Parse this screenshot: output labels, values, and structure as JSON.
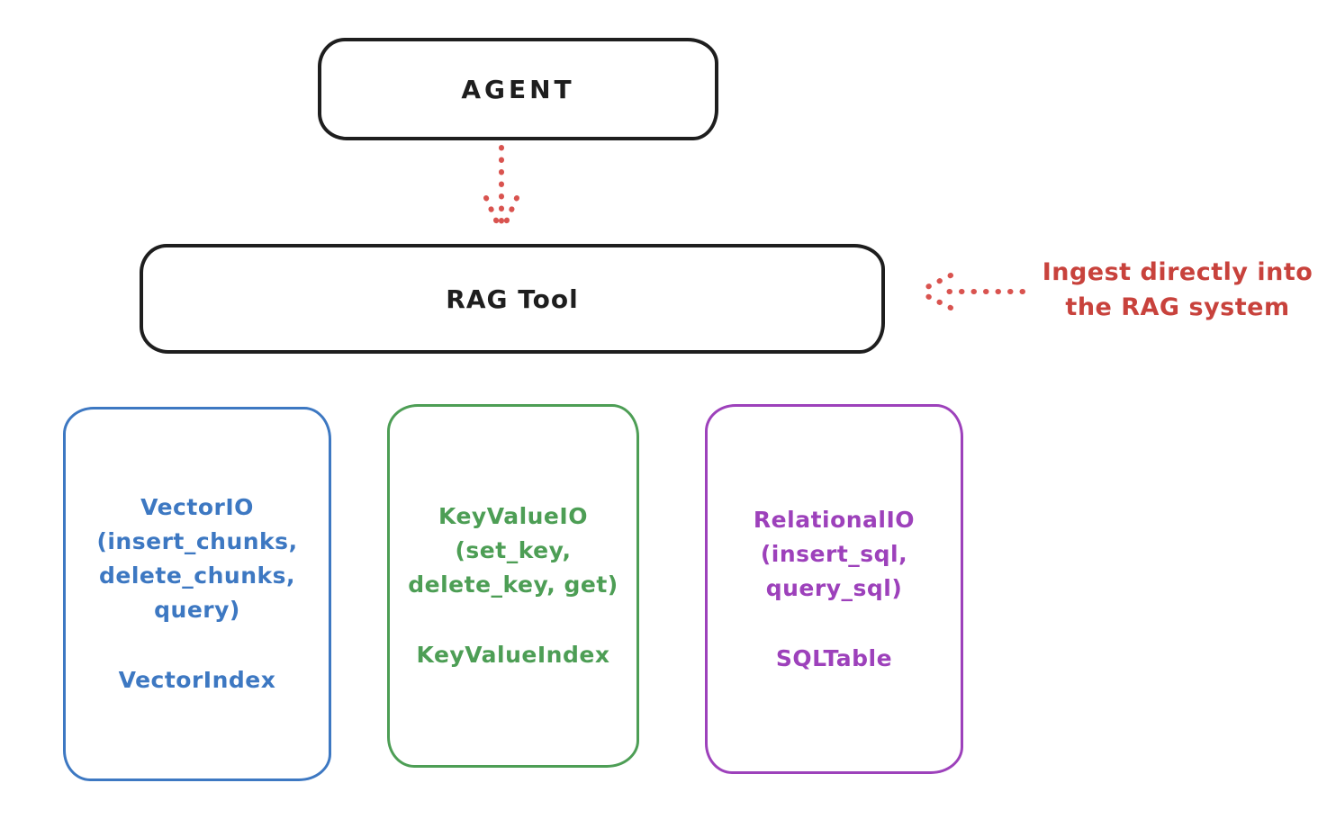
{
  "diagram": {
    "background": "#ffffff",
    "agent": {
      "label": "AGENT",
      "border_color": "#1e1e1e",
      "text_color": "#1e1e1e"
    },
    "rag_tool": {
      "label": "RAG Tool",
      "border_color": "#1e1e1e",
      "text_color": "#1e1e1e"
    },
    "annotation": {
      "line1": "Ingest directly into",
      "line2": "the RAG system",
      "color": "#c8423c"
    },
    "arrows": {
      "agent_to_rag_tool": "dotted-down-arrow",
      "ingest_to_rag_tool": "dotted-left-arrow",
      "color": "#d9534f"
    },
    "io_boxes": {
      "vector_io": {
        "title_lines": [
          "VectorIO",
          "(insert_chunks,",
          "delete_chunks,",
          "query)"
        ],
        "index_label": "VectorIndex",
        "color": "#3d78c2"
      },
      "key_value_io": {
        "title_lines": [
          "KeyValueIO",
          "(set_key,",
          "delete_key, get)"
        ],
        "index_label": "KeyValueIndex",
        "color": "#4d9e55"
      },
      "relational_io": {
        "title_lines": [
          "RelationalIO",
          "(insert_sql,",
          "query_sql)"
        ],
        "index_label": "SQLTable",
        "color": "#9d41bb"
      }
    }
  }
}
